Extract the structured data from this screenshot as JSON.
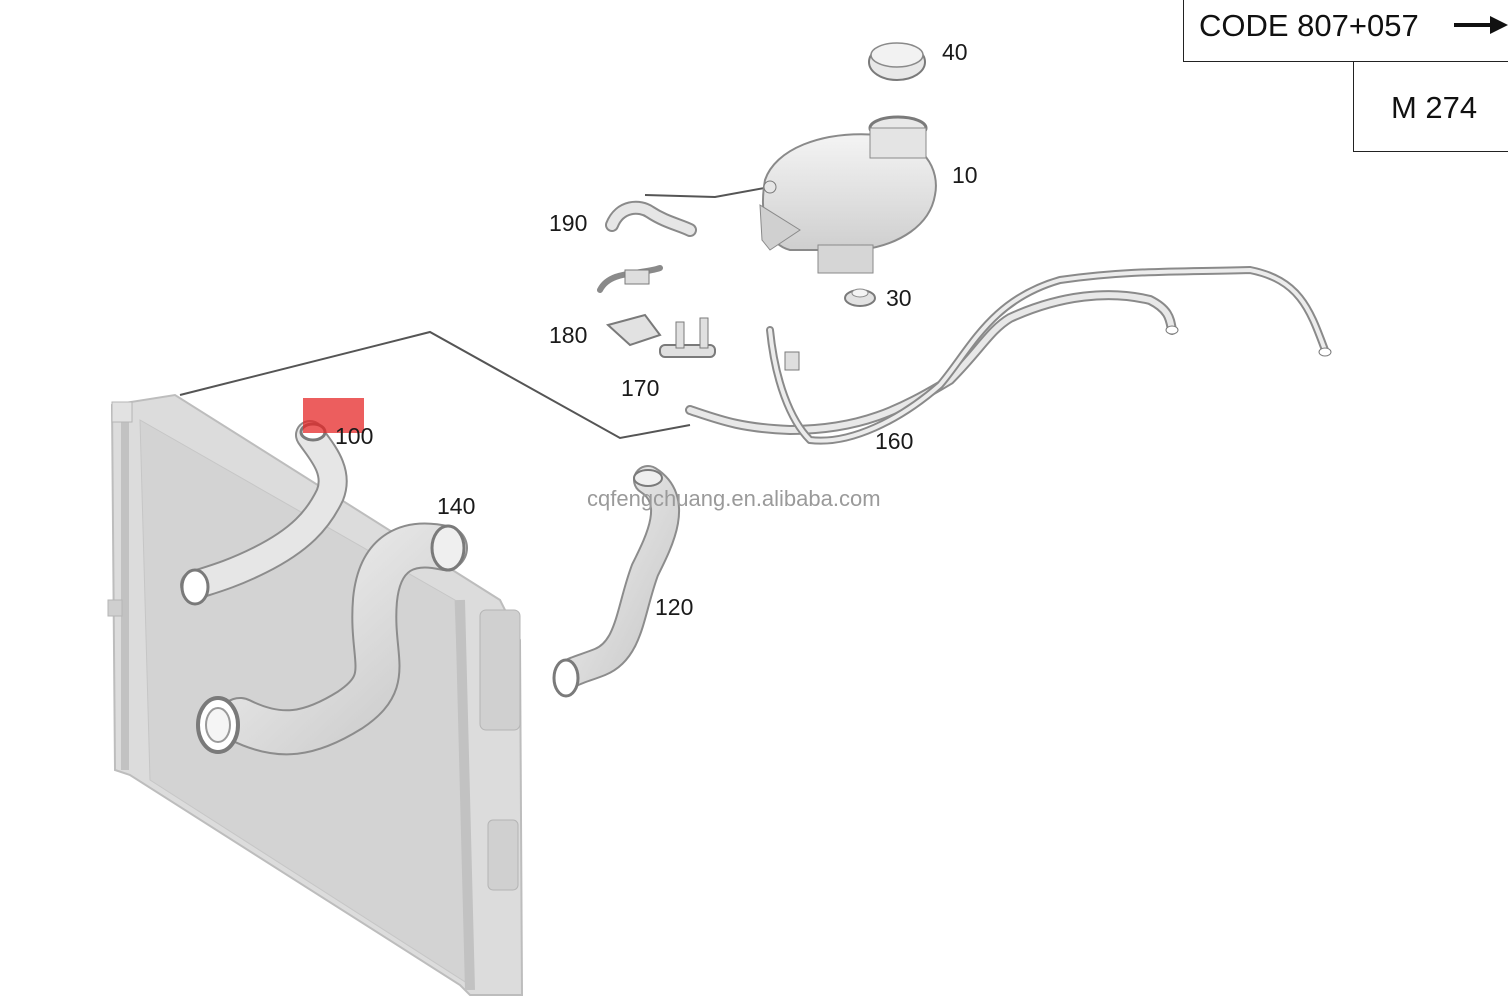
{
  "header": {
    "code_label": "CODE 807+057",
    "model_label": "M 274"
  },
  "watermark": "cqfengchuang.en.alibaba.com",
  "callouts": {
    "cap": "40",
    "expansion_tank": "10",
    "vent_hose": "190",
    "grommet": "30",
    "bracket": "180",
    "connector": "170",
    "hose_line": "160",
    "upper_hose": "100",
    "lower_hose": "140",
    "return_hose": "120"
  },
  "highlighted_part": "100",
  "colors": {
    "part_fill": "#e8e8e8",
    "part_stroke": "#9a9a9a",
    "radiator_fill": "#d9d9d9",
    "leader_line": "#555555",
    "highlight": "#e62828"
  }
}
